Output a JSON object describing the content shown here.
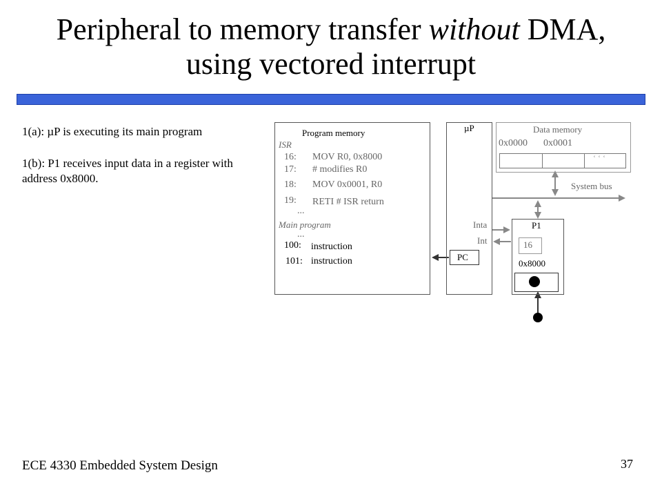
{
  "slide": {
    "title_part1": "Peripheral to memory transfer ",
    "title_emph": "without",
    "title_part2": " DMA,",
    "title_line2": "using vectored interrupt",
    "footer": "ECE 4330 Embedded System Design",
    "page_number": "37"
  },
  "steps": [
    "1(a): µP is executing its main program",
    "1(b): P1 receives input data in a register with address 0x8000."
  ],
  "program_memory": {
    "title": "Program memory",
    "isr_label": "ISR",
    "isr_lines": [
      {
        "addr": "16:",
        "text": "MOV R0, 0x8000"
      },
      {
        "addr": "17:",
        "text": "# modifies R0"
      },
      {
        "addr": "18:",
        "text": "MOV 0x0001, R0"
      },
      {
        "addr": "19:",
        "text": "RETI  # ISR return"
      }
    ],
    "ellipsis": "...",
    "main_label": "Main program",
    "main_lines": [
      {
        "addr": "100:",
        "text": "instruction"
      },
      {
        "addr": "101:",
        "text": "instruction"
      }
    ]
  },
  "cpu": {
    "label": "µP",
    "inta_label": "Inta",
    "int_label": "Int",
    "pc_label": "PC"
  },
  "data_memory": {
    "title": "Data memory",
    "addr0": "0x0000",
    "addr1": "0x0001",
    "cell_dots": "ʿ  ʿ  ʿ"
  },
  "bus": {
    "label": "System bus"
  },
  "peripheral": {
    "label": "P1",
    "value": "16",
    "address": "0x8000"
  },
  "colors": {
    "accent_bar": "#3a63d9",
    "dim_text": "#666666"
  }
}
